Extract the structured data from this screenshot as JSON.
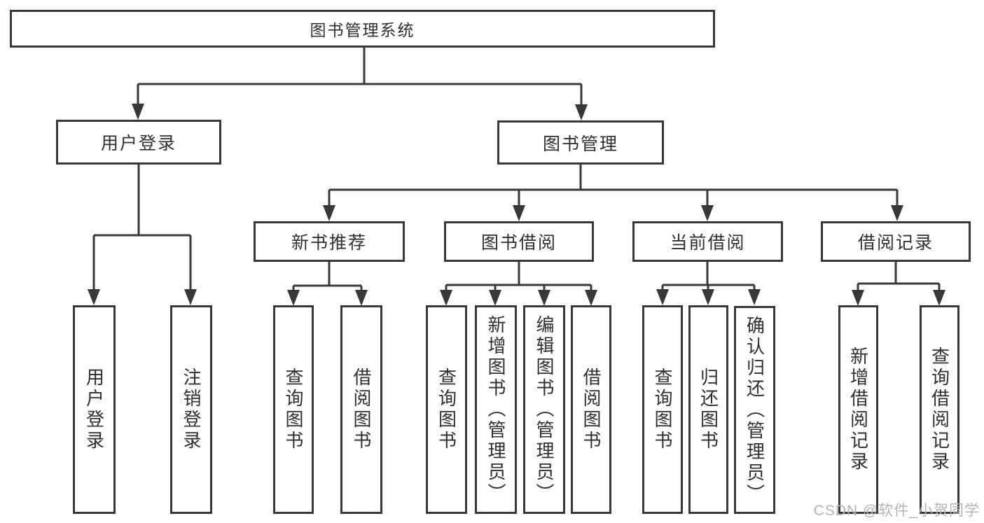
{
  "colors": {
    "line": "#383838",
    "box_border": "#383838",
    "text": "#2f2f2f",
    "background": "#ffffff",
    "watermark": "#b3b3b8"
  },
  "watermark": "CSDN @软件_小贺同学",
  "tree": {
    "root": {
      "label": "图书管理系统"
    },
    "branches": [
      {
        "label": "用户登录",
        "children": [
          {
            "label": "用户登录"
          },
          {
            "label": "注销登录"
          }
        ]
      },
      {
        "label": "图书管理",
        "children": [
          {
            "label": "新书推荐",
            "children": [
              {
                "label": "查询图书"
              },
              {
                "label": "借阅图书"
              }
            ]
          },
          {
            "label": "图书借阅",
            "children": [
              {
                "label": "查询图书"
              },
              {
                "label": "新增图书（管理员）"
              },
              {
                "label": "编辑图书（管理员）"
              },
              {
                "label": "借阅图书"
              }
            ]
          },
          {
            "label": "当前借阅",
            "children": [
              {
                "label": "查询图书"
              },
              {
                "label": "归还图书"
              },
              {
                "label": "确认归还（管理员）"
              }
            ]
          },
          {
            "label": "借阅记录",
            "children": [
              {
                "label": "新增借阅记录"
              },
              {
                "label": "查询借阅记录"
              }
            ]
          }
        ]
      }
    ]
  }
}
